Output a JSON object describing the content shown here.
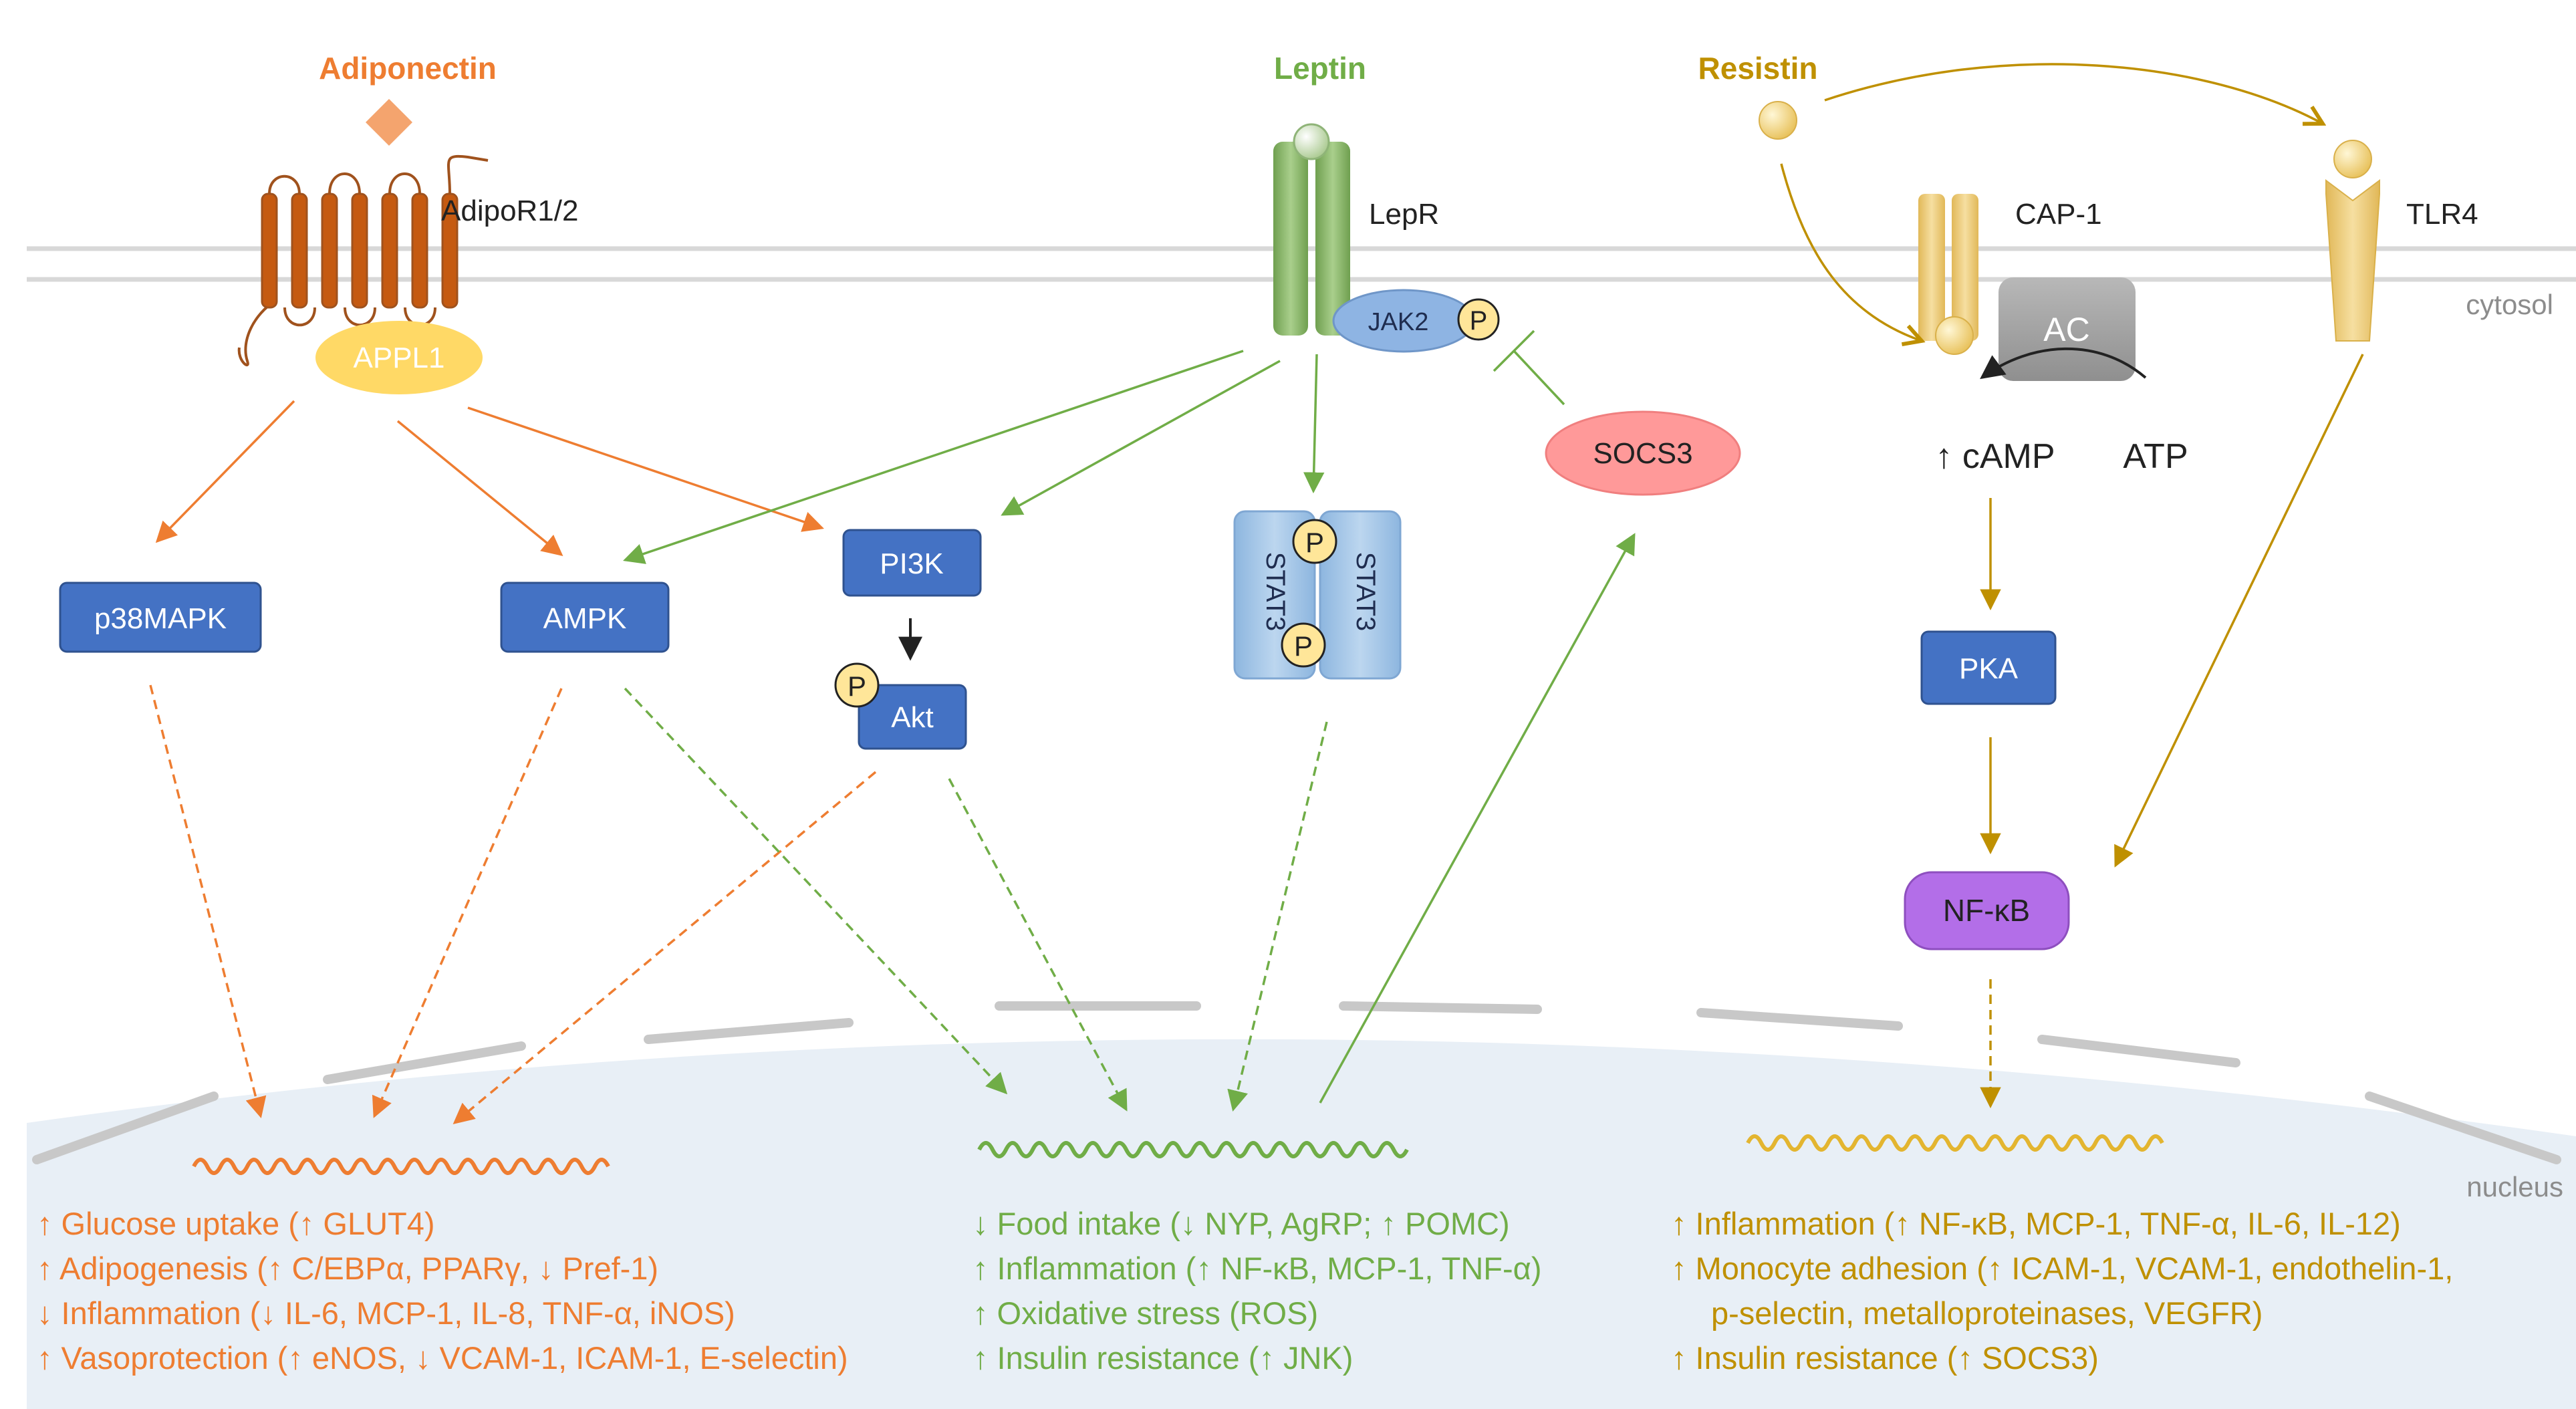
{
  "colors": {
    "adiponectin": "#ee7d31",
    "leptin": "#70ad47",
    "resistin": "#bf9000",
    "kinase": "#4472c4",
    "nfkb": "#b36ee8",
    "appl1": "#ffd966",
    "socs3": "#ff9999",
    "stat3": "#9dc3e6",
    "ac": "#a6a6a6",
    "nucleus": "#e8eff6"
  },
  "ligands": {
    "adiponectin": "Adiponectin",
    "leptin": "Leptin",
    "resistin": "Resistin"
  },
  "receptors": {
    "adipor": "AdipoR1/2",
    "lepr": "LepR",
    "cap1": "CAP-1",
    "tlr4": "TLR4"
  },
  "compartments": {
    "cytosol": "cytosol",
    "nucleus": "nucleus"
  },
  "nodes": {
    "appl1": "APPL1",
    "jak2": "JAK2",
    "phospho": "P",
    "socs3": "SOCS3",
    "ac": "AC",
    "camp": "↑ cAMP",
    "atp": "ATP",
    "p38mapk": "p38MAPK",
    "ampk": "AMPK",
    "pi3k": "PI3K",
    "akt": "Akt",
    "stat3": "STAT3",
    "pka": "PKA",
    "nfkb": "NF-κB"
  },
  "effects": {
    "adiponectin": [
      "↑ Glucose uptake (↑ GLUT4)",
      "↑ Adipogenesis (↑ C/EBPα, PPARγ, ↓ Pref-1)",
      "↓ Inflammation (↓ IL-6, MCP-1, IL-8, TNF-α, iNOS)",
      "↑ Vasoprotection (↑ eNOS, ↓ VCAM-1, ICAM-1, E-selectin)"
    ],
    "leptin": [
      "↓ Food intake (↓ NYP, AgRP; ↑ POMC)",
      "↑ Inflammation (↑ NF-κB, MCP-1, TNF-α)",
      "↑ Oxidative stress (ROS)",
      "↑ Insulin resistance (↑ JNK)"
    ],
    "resistin": [
      "↑ Inflammation (↑ NF-κB, MCP-1, TNF-α, IL-6, IL-12)",
      "↑ Monocyte adhesion (↑ ICAM-1, VCAM-1, endothelin-1,",
      "p-selectin, metalloproteinases, VEGFR)",
      "↑ Insulin resistance (↑ SOCS3)"
    ]
  }
}
